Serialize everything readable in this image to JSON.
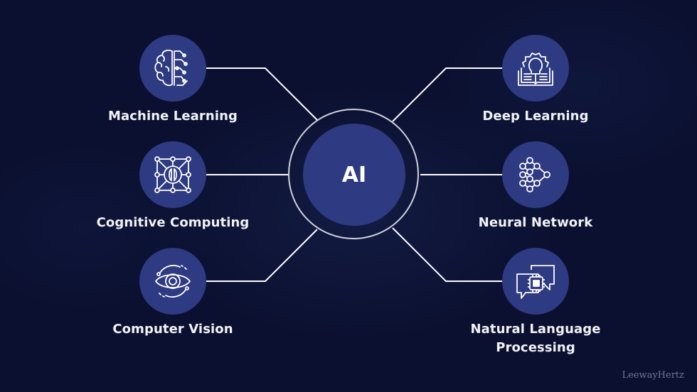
{
  "center": {
    "label": "AI"
  },
  "left_nodes": [
    {
      "label": "Machine Learning",
      "icon": "brain-circuit-icon"
    },
    {
      "label": "Cognitive Computing",
      "icon": "brain-network-grid-icon"
    },
    {
      "label": "Computer Vision",
      "icon": "eye-scan-icon"
    }
  ],
  "right_nodes": [
    {
      "label": "Deep Learning",
      "icon": "book-lightbulb-gear-icon"
    },
    {
      "label": "Neural Network",
      "icon": "neural-network-icon"
    },
    {
      "label_line1": "Natural Language",
      "label_line2": "Processing",
      "icon": "chat-chip-icon"
    }
  ],
  "watermark": "LeewayHertz",
  "colors": {
    "background": "#0b1030",
    "node_fill": "#2e3a82",
    "line": "#ffffff",
    "text": "#f2f3f7"
  }
}
